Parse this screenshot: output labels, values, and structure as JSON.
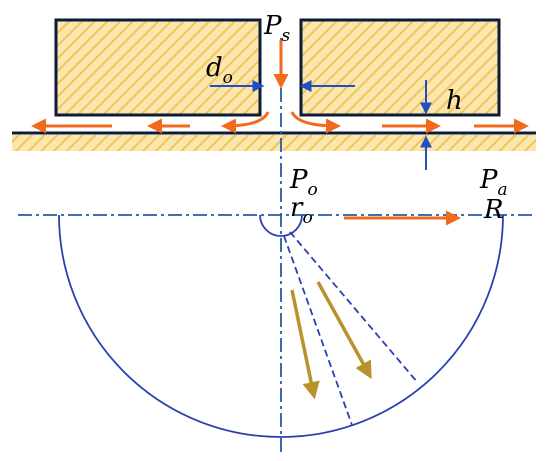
{
  "labels": {
    "supply_pressure": {
      "main": "P",
      "sub": "s"
    },
    "orifice_diameter": {
      "main": "d",
      "sub": "o"
    },
    "gap_height": {
      "main": "h"
    },
    "orifice_pressure": {
      "main": "P",
      "sub": "o"
    },
    "orifice_radius": {
      "main": "r",
      "sub": "o"
    },
    "ambient_pressure": {
      "main": "P",
      "sub": "a"
    },
    "outer_radius": {
      "main": "R"
    }
  },
  "colors": {
    "outline": "#0d1b3a",
    "hatch_fill": "#fbe6ad",
    "hatch_line": "#f2c55a",
    "blue": "#1f4fc4",
    "orange": "#f26a1b",
    "olive_arrow": "#b8922a",
    "centerline": "#1f5faa"
  }
}
